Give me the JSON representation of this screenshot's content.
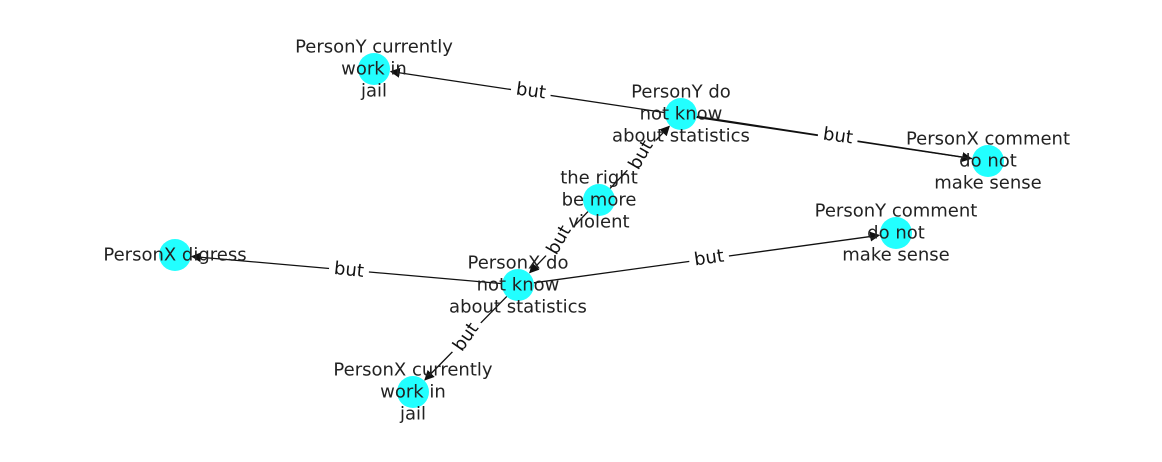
{
  "graph": {
    "node_color": "#22ffff",
    "edge_color": "#111111",
    "nodes": [
      {
        "id": "py_jail",
        "lines": [
          "PersonY currently",
          "work in",
          "jail"
        ]
      },
      {
        "id": "py_stats",
        "lines": [
          "PersonY do",
          "not know",
          "about statistics"
        ]
      },
      {
        "id": "px_comment",
        "lines": [
          "PersonX comment",
          "do not",
          "make sense"
        ]
      },
      {
        "id": "right_violent",
        "lines": [
          "the right",
          "be more",
          "violent"
        ]
      },
      {
        "id": "py_comment",
        "lines": [
          "PersonY comment",
          "do not",
          "make sense"
        ]
      },
      {
        "id": "px_digress",
        "lines": [
          "PersonX digress"
        ]
      },
      {
        "id": "px_stats",
        "lines": [
          "PersonX do",
          "not know",
          "about statistics"
        ]
      },
      {
        "id": "px_jail",
        "lines": [
          "PersonX currently",
          "work in",
          "jail"
        ]
      }
    ],
    "edges": [
      {
        "from": "px_comment",
        "to": "py_jail",
        "label": "but",
        "arrow_target": "py_jail"
      },
      {
        "from": "py_stats",
        "to": "px_comment",
        "label": "but",
        "arrow_target": "px_comment"
      },
      {
        "from": "right_violent",
        "to": "py_stats",
        "label": "but",
        "arrow_target": "py_stats"
      },
      {
        "from": "right_violent",
        "to": "px_stats",
        "label": "but",
        "arrow_target": "px_stats"
      },
      {
        "from": "px_stats",
        "to": "px_digress",
        "label": "but",
        "arrow_target": "px_digress"
      },
      {
        "from": "px_stats",
        "to": "py_comment",
        "label": "but",
        "arrow_target": "py_comment"
      },
      {
        "from": "px_stats",
        "to": "px_jail",
        "label": "but",
        "arrow_target": "px_jail"
      }
    ]
  }
}
